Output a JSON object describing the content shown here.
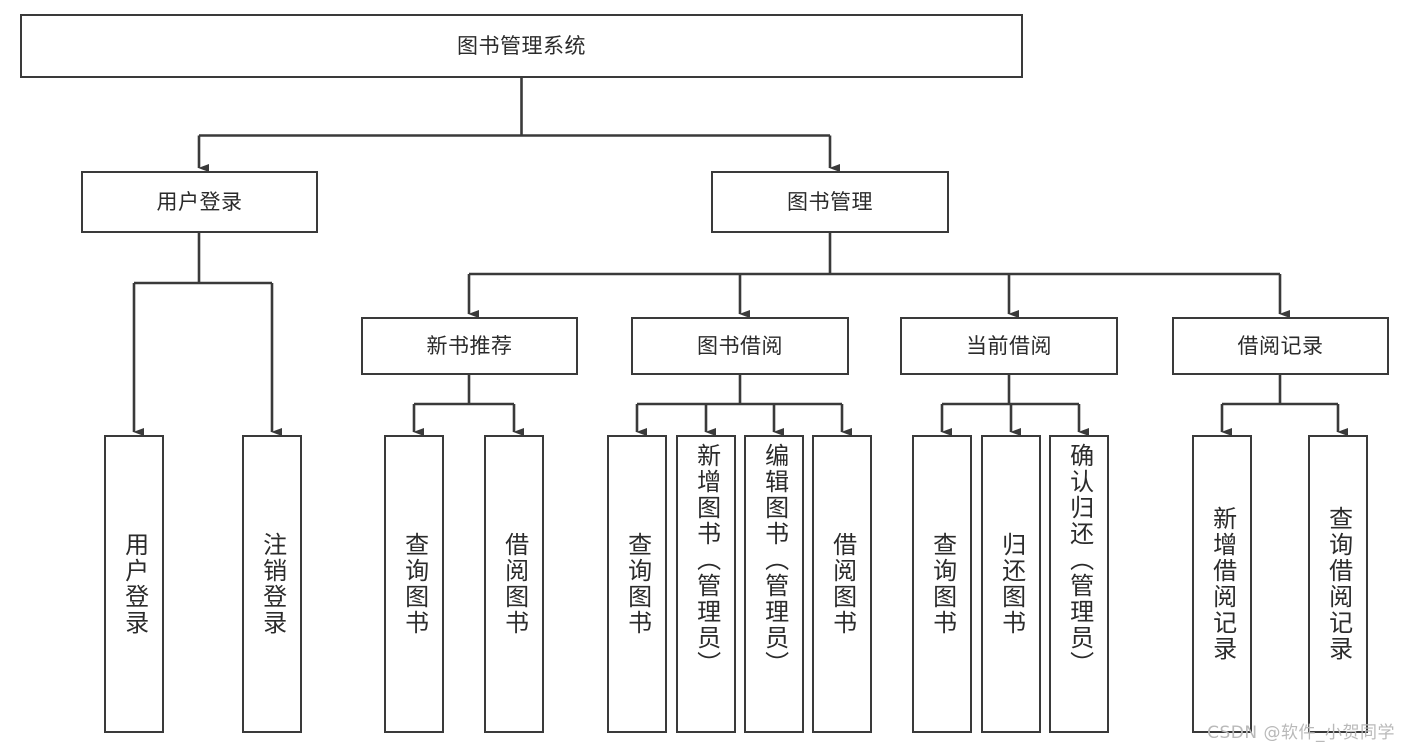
{
  "diagram": {
    "title": "图书管理系统",
    "type": "tree-hierarchy-chart",
    "root": {
      "label": "图书管理系统"
    },
    "level2": [
      {
        "label": "用户登录"
      },
      {
        "label": "图书管理"
      }
    ],
    "level3": [
      {
        "label": "新书推荐"
      },
      {
        "label": "图书借阅"
      },
      {
        "label": "当前借阅"
      },
      {
        "label": "借阅记录"
      }
    ],
    "leaves": {
      "user_login": [
        {
          "label": "用户登录"
        },
        {
          "label": "注销登录"
        }
      ],
      "new_book_recommend": [
        {
          "label": "查询图书"
        },
        {
          "label": "借阅图书"
        }
      ],
      "book_borrow": [
        {
          "label": "查询图书"
        },
        {
          "label": "新增图书（管理员）"
        },
        {
          "label": "编辑图书（管理员）"
        },
        {
          "label": "借阅图书"
        }
      ],
      "current_borrow": [
        {
          "label": "查询图书"
        },
        {
          "label": "归还图书"
        },
        {
          "label": "确认归还（管理员）"
        }
      ],
      "borrow_records": [
        {
          "label": "新增借阅记录"
        },
        {
          "label": "查询借阅记录"
        }
      ]
    }
  },
  "watermark": {
    "text": "CSDN @软件_小贺同学"
  },
  "colors": {
    "stroke": "#3a3a3a",
    "text": "#2b2b2b",
    "background": "#ffffff",
    "watermark": "#b9b9b9"
  }
}
